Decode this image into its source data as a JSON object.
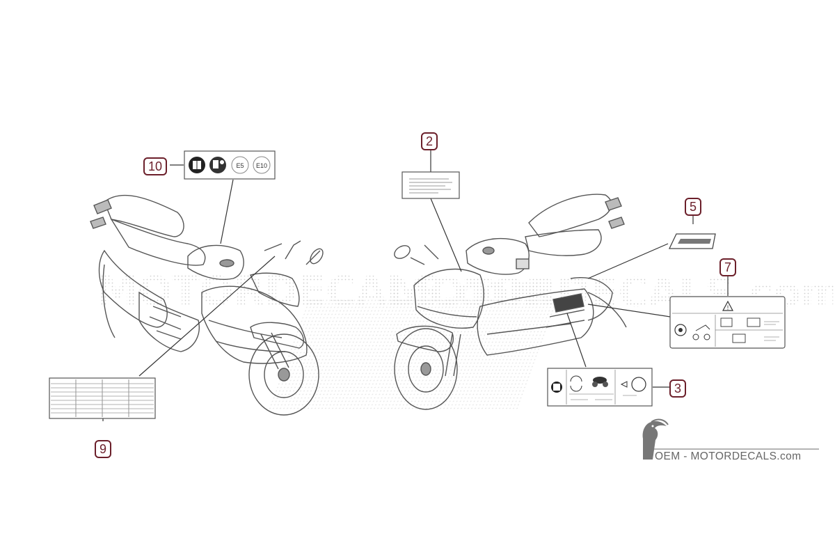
{
  "callouts": {
    "c2": "2",
    "c3": "3",
    "c5": "5",
    "c7": "7",
    "c9": "9",
    "c10": "10"
  },
  "decal10_icons": {
    "e5": "E5",
    "e10": "E10"
  },
  "watermark": "MOTORDECALS.com",
  "brand": {
    "text": "OEM - MOTORDECALS.com"
  },
  "icons": [
    "fuel-book-icon",
    "fuel-pump-icon",
    "e5-fuel-icon",
    "e10-fuel-icon",
    "warning-triangle-icon",
    "tire-pressure-icon",
    "brand-bird-logo"
  ],
  "colors": {
    "callout": "#6b1f2a",
    "line": "#333333",
    "drawing": "#555555"
  }
}
